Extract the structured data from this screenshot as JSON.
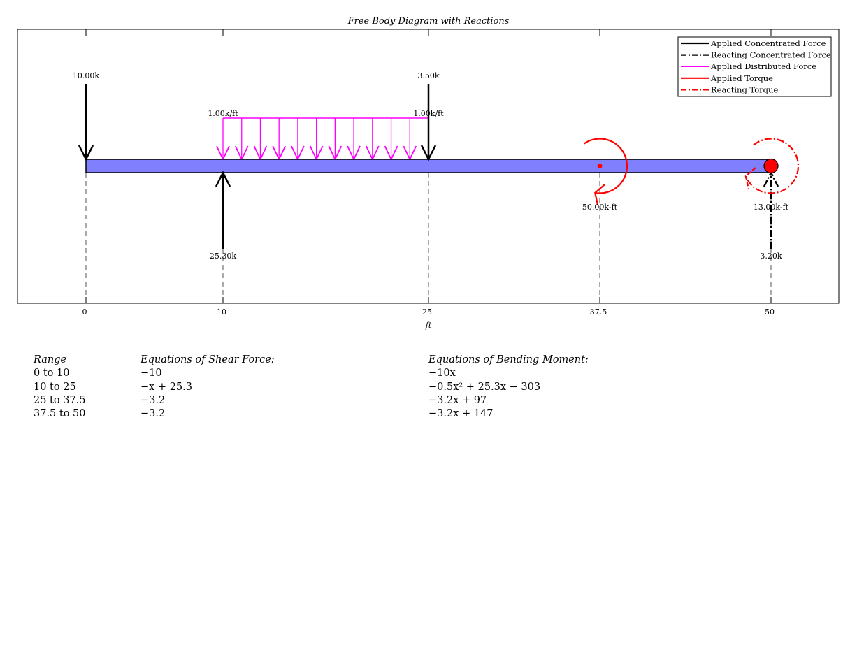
{
  "title": "Free Body Diagram with Reactions",
  "x_axis": {
    "label": "ft",
    "min": -5,
    "max": 55,
    "ticks": [
      {
        "value": 0,
        "label": "0"
      },
      {
        "value": 10,
        "label": "10"
      },
      {
        "value": 25,
        "label": "25"
      },
      {
        "value": 37.5,
        "label": "37.5"
      },
      {
        "value": 50,
        "label": "50"
      }
    ]
  },
  "beam": {
    "start": 0,
    "end": 50,
    "color": "#8080ff"
  },
  "legend": {
    "position": "top-right",
    "entries": [
      {
        "label": "Applied Concentrated Force",
        "color": "#000000",
        "style": "solid"
      },
      {
        "label": "Reacting Concentrated Force",
        "color": "#000000",
        "style": "dashdot"
      },
      {
        "label": "Applied Distributed Force",
        "color": "#ff00ff",
        "style": "solid"
      },
      {
        "label": "Applied Torque",
        "color": "#ff0000",
        "style": "solid"
      },
      {
        "label": "Reacting Torque",
        "color": "#ff0000",
        "style": "dashdot"
      }
    ]
  },
  "loads": {
    "concentrated": [
      {
        "x": 0,
        "label": "10.00k",
        "direction": "down",
        "kind": "applied"
      },
      {
        "x": 10,
        "label": "25.30k",
        "direction": "up",
        "kind": "applied"
      },
      {
        "x": 25,
        "label": "3.50k",
        "direction": "down",
        "kind": "applied"
      },
      {
        "x": 50,
        "label": "3.20k",
        "direction": "up",
        "kind": "reacting"
      }
    ],
    "distributed": [
      {
        "start": 10,
        "end": 25,
        "start_label": "1.00k/ft",
        "end_label": "1.00k/ft",
        "arrow_count": 12
      }
    ],
    "torques": [
      {
        "x": 37.5,
        "label": "50.00k-ft",
        "kind": "applied"
      },
      {
        "x": 50,
        "label": "13.00k-ft",
        "kind": "reacting"
      }
    ]
  },
  "equations": {
    "headers": {
      "range": "Range",
      "shear": "Equations of Shear Force:",
      "moment": "Equations of Bending Moment:"
    },
    "rows": [
      {
        "range": "0 to 10",
        "shear": "−10",
        "moment": "−10x"
      },
      {
        "range": "10 to 25",
        "shear": "−x + 25.3",
        "moment": "−0.5x² + 25.3x − 303"
      },
      {
        "range": "25 to 37.5",
        "shear": "−3.2",
        "moment": "−3.2x + 97"
      },
      {
        "range": "37.5 to 50",
        "shear": "−3.2",
        "moment": "−3.2x + 147"
      }
    ]
  }
}
